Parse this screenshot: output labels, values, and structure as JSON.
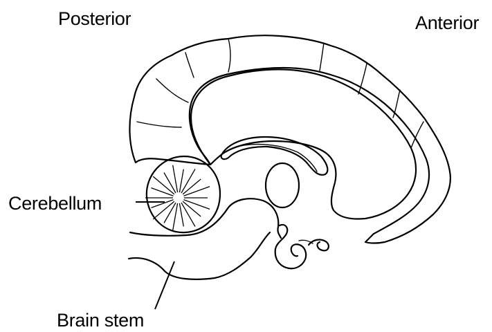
{
  "labels": {
    "posterior": "Posterior",
    "anterior": "Anterior",
    "cerebellum": "Cerebellum",
    "brain_stem": "Brain stem"
  },
  "colors": {
    "ink": "#000000",
    "background": "#ffffff",
    "stipple_fill": "#ffffff"
  }
}
